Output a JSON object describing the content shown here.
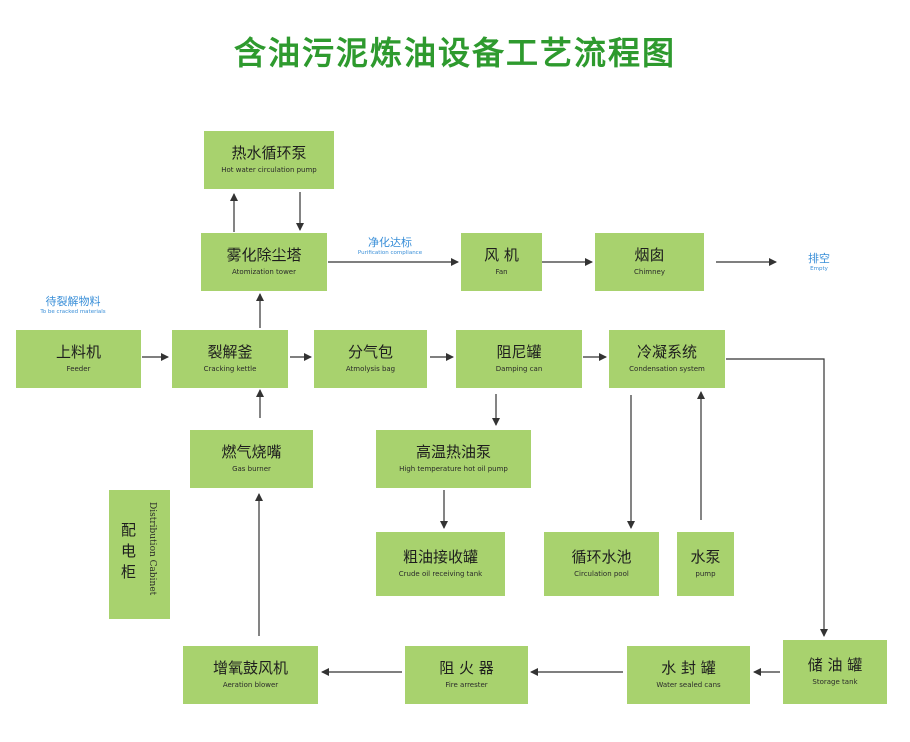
{
  "title": "含油污泥炼油设备工艺流程图",
  "labels": {
    "purification": {
      "zh": "净化达标",
      "en": "Purification compliance"
    },
    "empty": {
      "zh": "排空",
      "en": "Empty"
    },
    "to_crack": {
      "zh": "待裂解物料",
      "en": "To be cracked materials"
    }
  },
  "nodes": {
    "hot_water_pump": {
      "zh": "热水循环泵",
      "en": "Hot water circulation pump"
    },
    "atomization_tower": {
      "zh": "雾化除尘塔",
      "en": "Atomization tower"
    },
    "fan": {
      "zh": "风 机",
      "en": "Fan"
    },
    "chimney": {
      "zh": "烟囱",
      "en": "Chimney"
    },
    "feeder": {
      "zh": "上料机",
      "en": "Feeder"
    },
    "cracking_kettle": {
      "zh": "裂解釜",
      "en": "Cracking kettle"
    },
    "atmolysis_bag": {
      "zh": "分气包",
      "en": "Atmolysis bag"
    },
    "damping_can": {
      "zh": "阻尼罐",
      "en": "Damping can"
    },
    "condensation_system": {
      "zh": "冷凝系统",
      "en": "Condensation system"
    },
    "gas_burner": {
      "zh": "燃气烧嘴",
      "en": "Gas burner"
    },
    "hot_oil_pump": {
      "zh": "高温热油泵",
      "en": "High temperature hot oil pump"
    },
    "crude_oil_tank": {
      "zh": "粗油接收罐",
      "en": "Crude oil receiving tank"
    },
    "circulation_pool": {
      "zh": "循环水池",
      "en": "Circulation pool"
    },
    "pump": {
      "zh": "水泵",
      "en": "pump"
    },
    "distribution_cabinet": {
      "zh": "配电柜",
      "en": "Distribution Cabinet"
    },
    "aeration_blower": {
      "zh": "增氧鼓风机",
      "en": "Aeration blower"
    },
    "fire_arrester": {
      "zh": "阻 火 器",
      "en": "Fire arrester"
    },
    "water_sealed_cans": {
      "zh": "水 封 罐",
      "en": "Water sealed cans"
    },
    "storage_tank": {
      "zh": "储 油 罐",
      "en": "Storage tank"
    }
  }
}
